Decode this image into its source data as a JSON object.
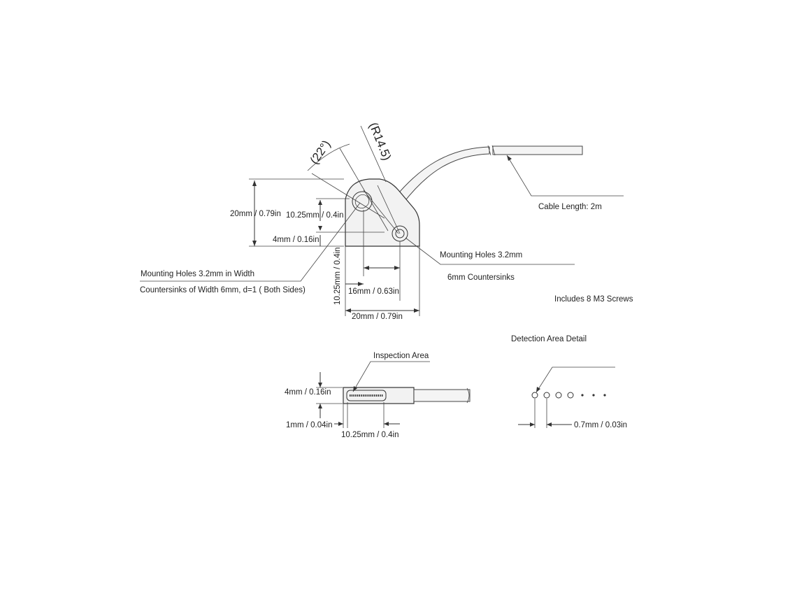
{
  "side_view": {
    "angle_label": "(22°)",
    "radius_label": "(R14.5)",
    "height_label": "20mm / 0.79in",
    "slot_height_label": "10.25mm / 0.4in",
    "offset_label": "4mm / 0.16in",
    "vertical_slot_label": "10.25mm / 0.4in",
    "hole_spacing_label": "16mm / 0.63in",
    "width_label": "20mm / 0.79in",
    "cable_label": "Cable Length: 2m",
    "mount_hole_label": "Mounting Holes 3.2mm",
    "countersink_label": "6mm Countersinks",
    "slot_hole_label_1": "Mounting Holes 3.2mm in Width",
    "slot_hole_label_2": "Countersinks of Width 6mm, d=1 ( Both Sides)",
    "screws_label": "Includes 8 M3 Screws"
  },
  "front_view": {
    "inspection_label": "Inspection Area",
    "height_label": "4mm / 0.16in",
    "offset_label": "1mm / 0.04in",
    "length_label": "10.25mm / 0.4in"
  },
  "detail_view": {
    "title": "Detection Area Detail",
    "pitch_label": "0.7mm / 0.03in"
  }
}
